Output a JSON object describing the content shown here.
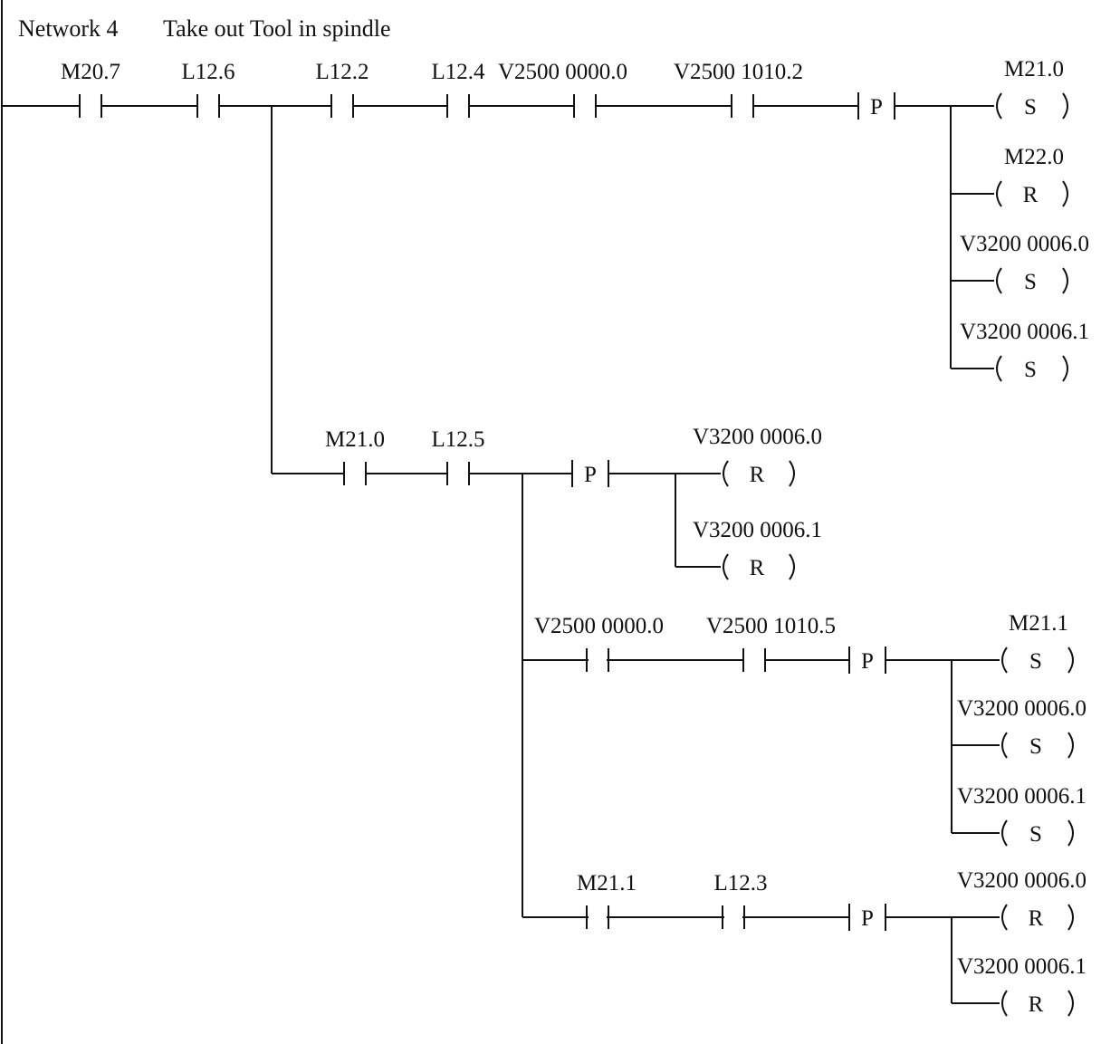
{
  "network": {
    "number_label": "Network 4",
    "title": "Take out Tool in spindle"
  },
  "rungs": [
    {
      "id": "rung-1",
      "contacts": [
        {
          "label": "M20.7",
          "type": "NO"
        },
        {
          "label": "L12.6",
          "type": "NO"
        },
        {
          "label": "L12.2",
          "type": "NO"
        },
        {
          "label": "L12.4",
          "type": "NO"
        },
        {
          "label": "V2500  0000.0",
          "type": "NO"
        },
        {
          "label": "V2500  1010.2",
          "type": "NO"
        },
        {
          "label": "P",
          "type": "positive-edge"
        }
      ],
      "coils": [
        {
          "label": "M21.0",
          "op": "S"
        },
        {
          "label": "M22.0",
          "op": "R"
        },
        {
          "label": "V3200  0006.0",
          "op": "S"
        },
        {
          "label": "V3200  0006.1",
          "op": "S"
        }
      ]
    },
    {
      "id": "rung-2",
      "contacts": [
        {
          "label": "M21.0",
          "type": "NO"
        },
        {
          "label": "L12.5",
          "type": "NO"
        },
        {
          "label": "P",
          "type": "positive-edge"
        }
      ],
      "coils": [
        {
          "label": "V3200  0006.0",
          "op": "R"
        },
        {
          "label": "V3200  0006.1",
          "op": "R"
        }
      ]
    },
    {
      "id": "rung-3",
      "contacts": [
        {
          "label": "V2500  0000.0",
          "type": "NO"
        },
        {
          "label": "V2500  1010.5",
          "type": "NO"
        },
        {
          "label": "P",
          "type": "positive-edge"
        }
      ],
      "coils": [
        {
          "label": "M21.1",
          "op": "S"
        },
        {
          "label": "V3200  0006.0",
          "op": "S"
        },
        {
          "label": "V3200  0006.1",
          "op": "S"
        }
      ]
    },
    {
      "id": "rung-4",
      "contacts": [
        {
          "label": "M21.1",
          "type": "NO"
        },
        {
          "label": "L12.3",
          "type": "NO"
        },
        {
          "label": "P",
          "type": "positive-edge"
        }
      ],
      "coils": [
        {
          "label": "V3200  0006.0",
          "op": "R"
        },
        {
          "label": "V3200  0006.1",
          "op": "R"
        }
      ]
    }
  ]
}
